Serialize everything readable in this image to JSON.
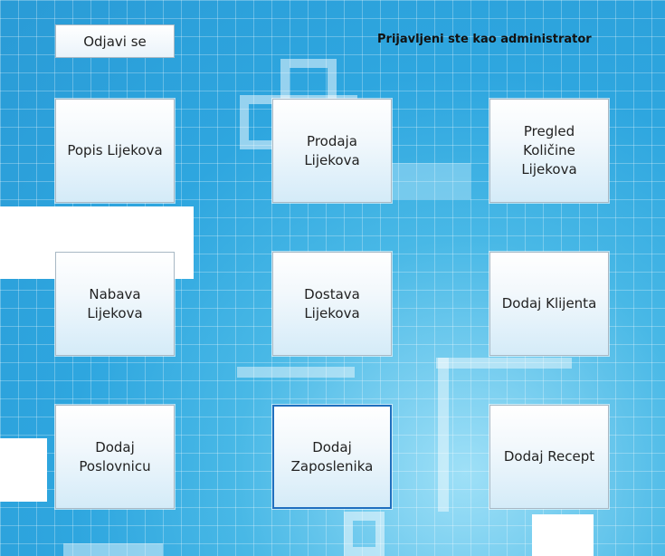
{
  "header": {
    "logout_label": "Odjavi se",
    "status_text": "Prijavljeni ste kao administrator"
  },
  "tiles": {
    "popis_lijekova": "Popis Lijekova",
    "prodaja_lijekova": "Prodaja\nLijekova",
    "pregled_kolicine": "Pregled\nKoličine\nLijekova",
    "nabava_lijekova": "Nabava\nLijekova",
    "dostava_lijekova": "Dostava\nLijekova",
    "dodaj_klijenta": "Dodaj Klijenta",
    "dodaj_poslovnicu": "Dodaj\nPoslovnicu",
    "dodaj_zaposlenika": "Dodaj\nZaposlenika",
    "dodaj_recept": "Dodaj Recept"
  }
}
